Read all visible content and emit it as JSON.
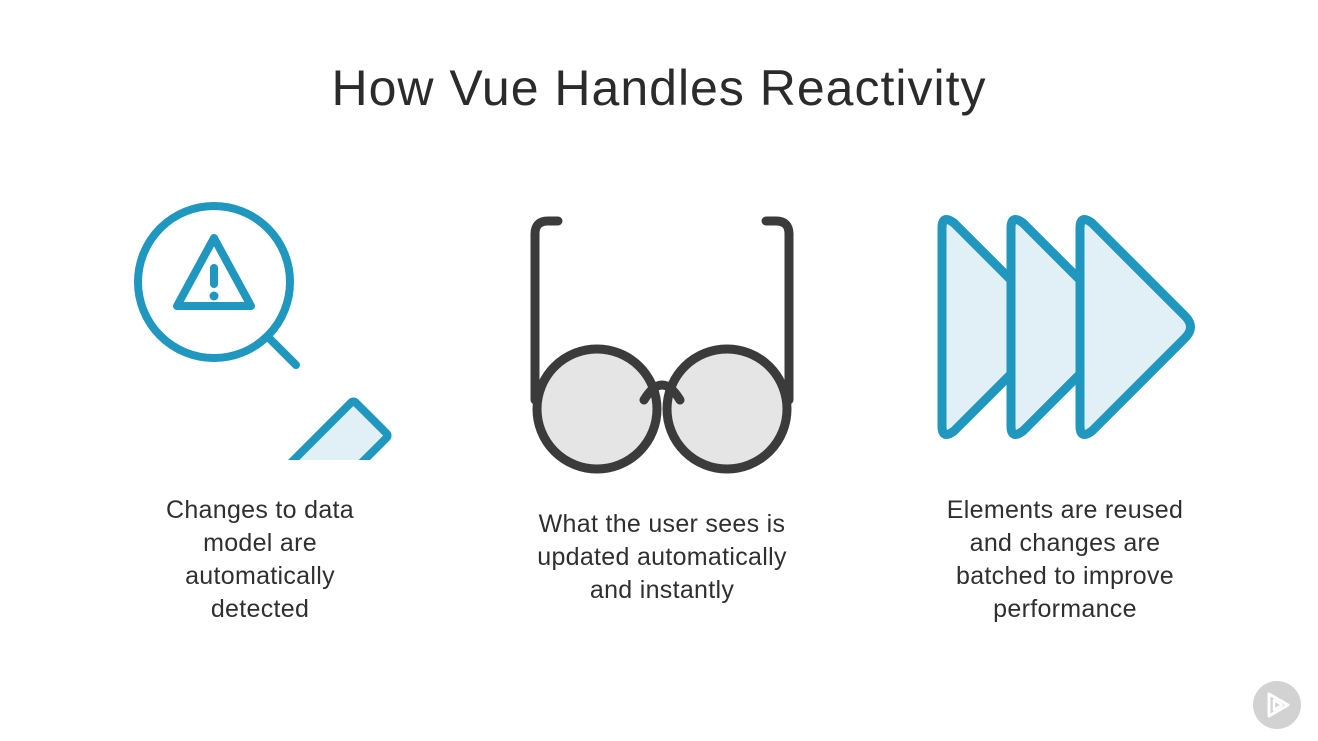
{
  "slide": {
    "title": "How Vue Handles Reactivity"
  },
  "items": [
    {
      "icon": "magnifier-warning-icon",
      "caption_lines": [
        "Changes to data",
        "model are",
        "automatically",
        "detected"
      ]
    },
    {
      "icon": "eyeglasses-icon",
      "caption_lines": [
        "What the user sees is",
        "updated automatically",
        "and instantly"
      ]
    },
    {
      "icon": "fast-forward-icon",
      "caption_lines": [
        "Elements are reused",
        "and changes are",
        "batched to improve",
        "performance"
      ]
    }
  ],
  "colors": {
    "accent": "#1f97be",
    "accent_fill": "#e1f0f7",
    "frame": "#3b3b3b",
    "lens": "#e5e5e5",
    "logo_bg": "#d2d2d2"
  },
  "brand": {
    "logo_icon": "play-logo-icon"
  }
}
